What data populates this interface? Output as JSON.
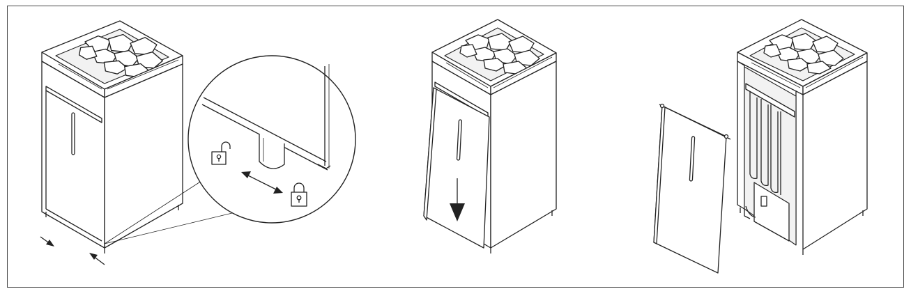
{
  "figure": {
    "panel_count": 3,
    "steps": [
      {
        "id": "step-1",
        "icons": [
          "unlock-icon",
          "lock-icon"
        ],
        "arrows": [
          "push-in-arrow-left",
          "push-in-arrow-right",
          "double-headed-arrow"
        ]
      },
      {
        "id": "step-2",
        "icons": [],
        "arrows": [
          "down-arrow"
        ]
      },
      {
        "id": "step-3",
        "icons": [],
        "arrows": []
      }
    ],
    "colors": {
      "line": "#222222",
      "background": "#ffffff"
    }
  }
}
